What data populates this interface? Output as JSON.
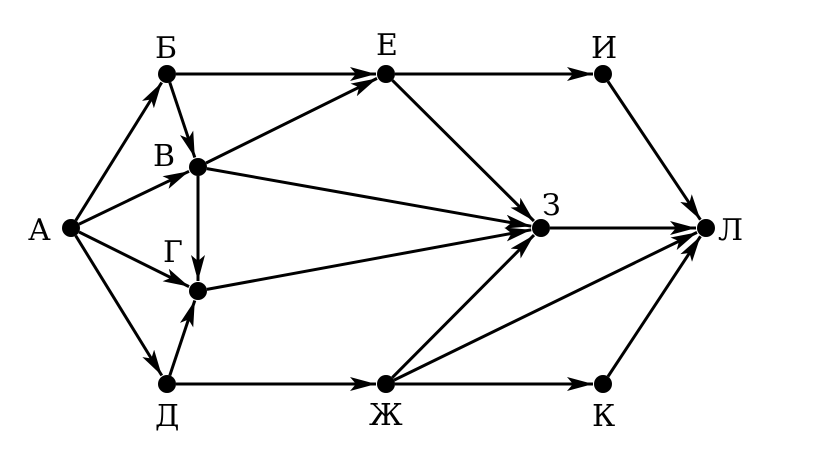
{
  "nodes": [
    {
      "id": "A",
      "label": "А"
    },
    {
      "id": "B",
      "label": "Б"
    },
    {
      "id": "V",
      "label": "В"
    },
    {
      "id": "G",
      "label": "Г"
    },
    {
      "id": "D",
      "label": "Д"
    },
    {
      "id": "E",
      "label": "Е"
    },
    {
      "id": "ZH",
      "label": "Ж"
    },
    {
      "id": "Z",
      "label": "З"
    },
    {
      "id": "I",
      "label": "И"
    },
    {
      "id": "K",
      "label": "К"
    },
    {
      "id": "L",
      "label": "Л"
    }
  ],
  "edges": [
    {
      "from": "A",
      "to": "B"
    },
    {
      "from": "A",
      "to": "V"
    },
    {
      "from": "A",
      "to": "G"
    },
    {
      "from": "A",
      "to": "D"
    },
    {
      "from": "B",
      "to": "V"
    },
    {
      "from": "B",
      "to": "E"
    },
    {
      "from": "V",
      "to": "E"
    },
    {
      "from": "V",
      "to": "G"
    },
    {
      "from": "V",
      "to": "Z"
    },
    {
      "from": "G",
      "to": "Z"
    },
    {
      "from": "D",
      "to": "G"
    },
    {
      "from": "D",
      "to": "ZH"
    },
    {
      "from": "E",
      "to": "I"
    },
    {
      "from": "E",
      "to": "Z"
    },
    {
      "from": "ZH",
      "to": "Z"
    },
    {
      "from": "ZH",
      "to": "L"
    },
    {
      "from": "ZH",
      "to": "K"
    },
    {
      "from": "Z",
      "to": "L"
    },
    {
      "from": "I",
      "to": "L"
    },
    {
      "from": "K",
      "to": "L"
    }
  ]
}
